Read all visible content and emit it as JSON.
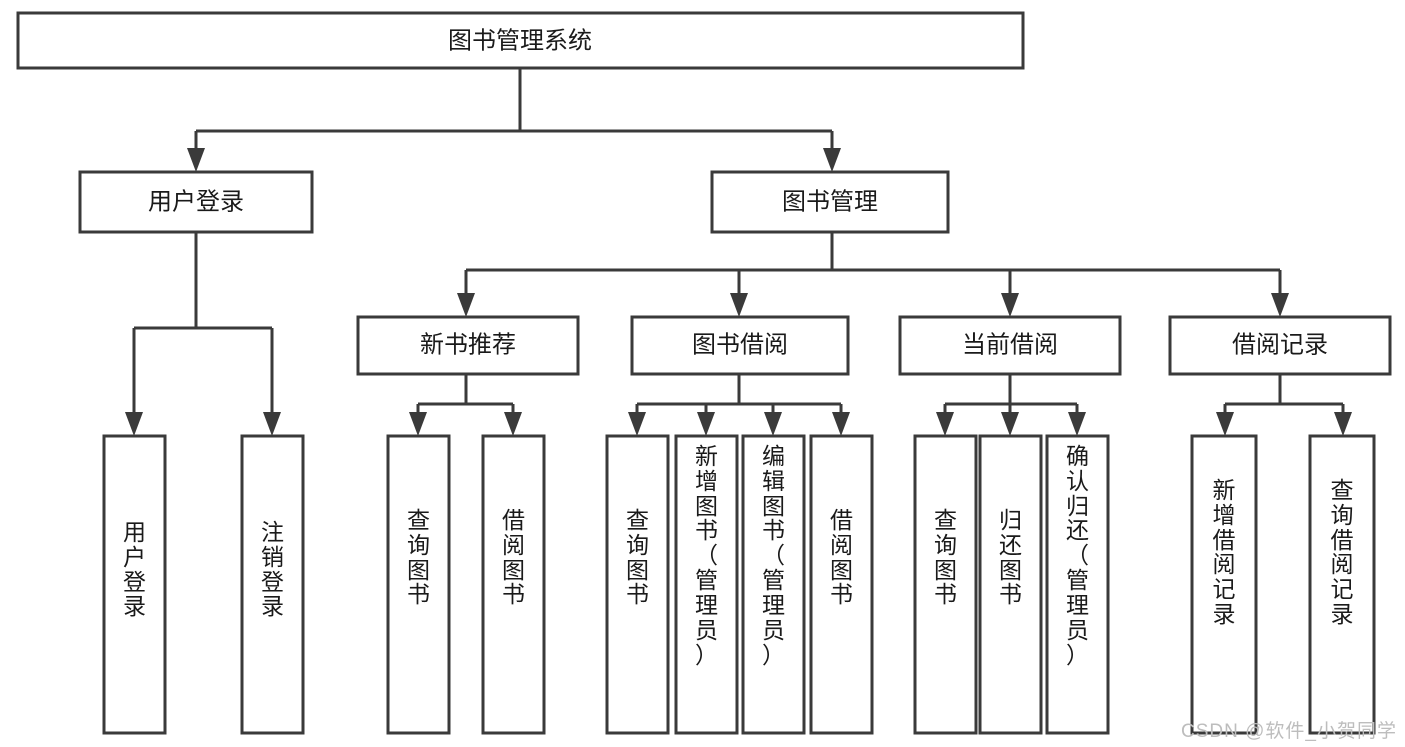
{
  "diagram": {
    "type": "hierarchy-tree",
    "title": "图书管理系统",
    "root": {
      "id": "root",
      "label": "图书管理系统"
    },
    "level2": [
      {
        "id": "user-login",
        "label": "用户登录"
      },
      {
        "id": "book-management",
        "label": "图书管理"
      }
    ],
    "level3": [
      {
        "id": "new-book-recommend",
        "label": "新书推荐",
        "parent": "book-management"
      },
      {
        "id": "book-borrow",
        "label": "图书借阅",
        "parent": "book-management"
      },
      {
        "id": "current-borrow",
        "label": "当前借阅",
        "parent": "book-management"
      },
      {
        "id": "borrow-record",
        "label": "借阅记录",
        "parent": "book-management"
      }
    ],
    "leaves": [
      {
        "id": "leaf-user-login",
        "label": "用户登录",
        "parent": "user-login"
      },
      {
        "id": "leaf-logout-login",
        "label": "注销登录",
        "parent": "user-login"
      },
      {
        "id": "leaf-query-book-1",
        "label": "查询图书",
        "parent": "new-book-recommend"
      },
      {
        "id": "leaf-borrow-book-1",
        "label": "借阅图书",
        "parent": "new-book-recommend"
      },
      {
        "id": "leaf-query-book-2",
        "label": "查询图书",
        "parent": "book-borrow"
      },
      {
        "id": "leaf-add-book",
        "label": "新增图书（管理员）",
        "parent": "book-borrow"
      },
      {
        "id": "leaf-edit-book",
        "label": "编辑图书（管理员）",
        "parent": "book-borrow"
      },
      {
        "id": "leaf-borrow-book-2",
        "label": "借阅图书",
        "parent": "book-borrow"
      },
      {
        "id": "leaf-query-book-3",
        "label": "查询图书",
        "parent": "current-borrow"
      },
      {
        "id": "leaf-return-book",
        "label": "归还图书",
        "parent": "current-borrow"
      },
      {
        "id": "leaf-confirm-return",
        "label": "确认归还（管理员）",
        "parent": "current-borrow"
      },
      {
        "id": "leaf-add-record",
        "label": "新增借阅记录",
        "parent": "borrow-record"
      },
      {
        "id": "leaf-query-record",
        "label": "查询借阅记录",
        "parent": "borrow-record"
      }
    ],
    "colors": {
      "background": "#ffffff",
      "box_fill": "#ffffff",
      "box_stroke": "#3a3a3a",
      "text": "#1a1a1a",
      "watermark": "#bdbdbd"
    }
  },
  "watermark": {
    "text": "CSDN @软件_小贺同学"
  }
}
